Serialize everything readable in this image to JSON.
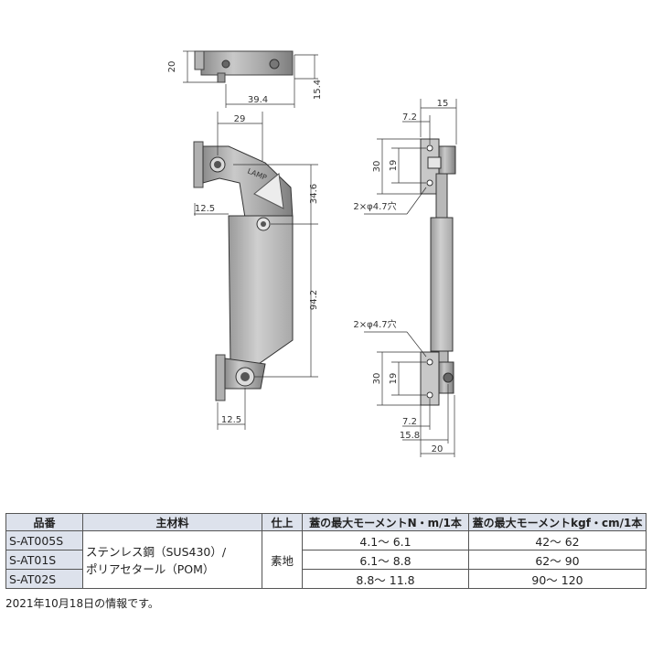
{
  "drawing": {
    "top_view": {
      "dim_height": "20",
      "dim_width": "39.4",
      "dim_offset": "15.4"
    },
    "front_view": {
      "dim_top_width": "29",
      "dim_upper_offset": "12.5",
      "dim_lower_offset": "12.5",
      "dim_upper_height": "34.6",
      "dim_total_height": "94.2",
      "logo_text": "LAMP"
    },
    "side_view": {
      "dim_top_width": "15",
      "dim_top_offset": "7.2",
      "dim_upper_height": "30",
      "dim_upper_inner": "19",
      "dim_upper_hole": "2×φ4.7穴",
      "dim_lower_hole": "2×φ4.7穴",
      "dim_lower_height": "30",
      "dim_lower_inner": "19",
      "dim_bottom_offset": "7.2",
      "dim_bottom_offset2": "15.8",
      "dim_bottom_width": "20"
    }
  },
  "table": {
    "headers": [
      "品番",
      "主材料",
      "仕上",
      "蓋の最大モーメントN・m/1本",
      "蓋の最大モーメントkgf・cm/1本"
    ],
    "material_line1": "ステンレス鋼（SUS430）/",
    "material_line2": "ポリアセタール（POM）",
    "finish": "素地",
    "rows": [
      {
        "part": "S-AT005S",
        "nm": "4.1～ 6.1",
        "kgf": "42～ 62"
      },
      {
        "part": "S-AT01S",
        "nm": "6.1～ 8.8",
        "kgf": "62～ 90"
      },
      {
        "part": "S-AT02S",
        "nm": "8.8～ 11.8",
        "kgf": "90～ 120"
      }
    ]
  },
  "footnote": "2021年10月18日の情報です。"
}
